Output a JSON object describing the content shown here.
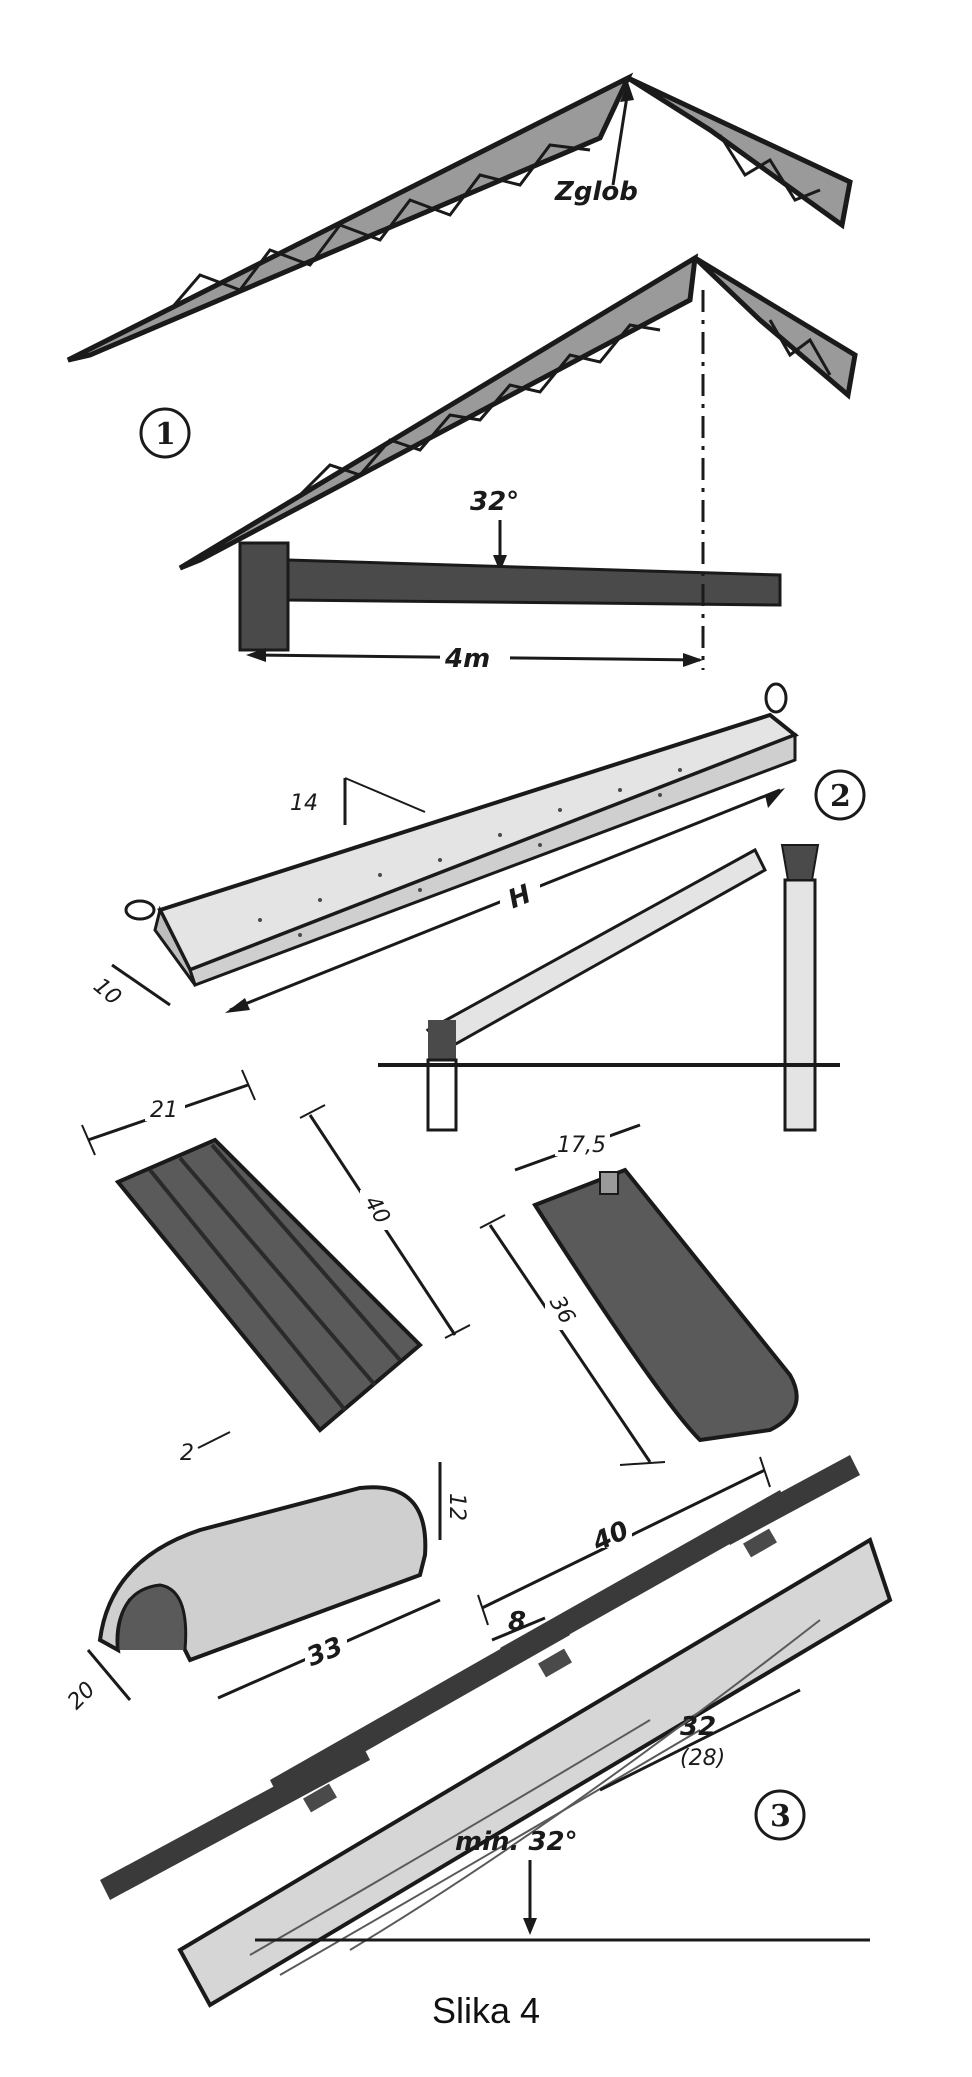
{
  "figure": {
    "caption": "Slika 4",
    "section1": {
      "number": "1",
      "joint_label": "Zglob",
      "angle_label": "32°",
      "span_label": "4m"
    },
    "section2": {
      "number": "2",
      "height_dim": "14",
      "width_dim": "10",
      "length_dim": "H"
    },
    "tiles": {
      "width_dim": "21",
      "length_dim": "40",
      "thickness_dim": "2",
      "flat_width_dim": "17,5",
      "flat_length_dim": "36"
    },
    "section3": {
      "number": "3",
      "ridge_height_dim": "12",
      "ridge_length_dim": "33",
      "ridge_width_dim": "20",
      "batten_spacing_dim": "40",
      "overlap_dim": "8",
      "tile_exposure_dim": "32",
      "tile_exposure_alt_dim": "(28)",
      "slope_label": "min. 32°"
    }
  },
  "colors": {
    "ink": "#1a1a1a",
    "fill": "#9a9a9a",
    "dark_fill": "#4a4a4a",
    "light_fill": "#d6d6d6"
  }
}
